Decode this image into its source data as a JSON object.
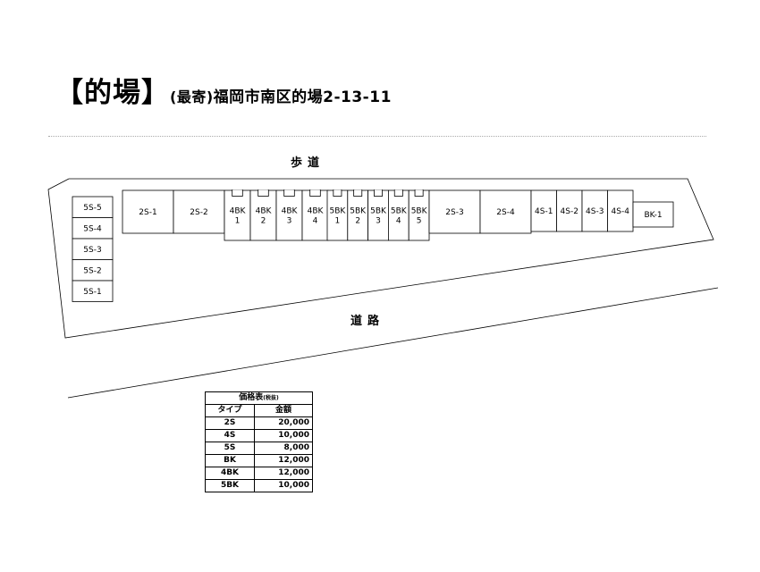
{
  "title": {
    "main": "【的場】",
    "sub": "(最寄)",
    "address": "福岡市南区的場2-13-11"
  },
  "streets": {
    "sidewalk": "歩道",
    "road": "道路"
  },
  "stalls": {
    "left_column": [
      "5S-5",
      "5S-4",
      "5S-3",
      "5S-2",
      "5S-1"
    ],
    "row_2s_left": [
      "2S-1",
      "2S-2"
    ],
    "row_4bk": [
      "4BK\n1",
      "4BK\n2",
      "4BK\n3",
      "4BK\n4"
    ],
    "row_5bk": [
      "5BK\n1",
      "5BK\n2",
      "5BK\n3",
      "5BK\n4",
      "5BK\n5"
    ],
    "row_2s_right": [
      "2S-3",
      "2S-4"
    ],
    "row_4s": [
      "4S-1",
      "4S-2",
      "4S-3",
      "4S-4"
    ],
    "bk": [
      "BK-1"
    ]
  },
  "price_table": {
    "caption": "価格表",
    "caption_note": "(税抜)",
    "header_type": "タイプ",
    "header_price": "金額",
    "rows": [
      {
        "type": "2S",
        "price": "20,000"
      },
      {
        "type": "4S",
        "price": "10,000"
      },
      {
        "type": "5S",
        "price": "8,000"
      },
      {
        "type": "BK",
        "price": "12,000"
      },
      {
        "type": "4BK",
        "price": "12,000"
      },
      {
        "type": "5BK",
        "price": "10,000"
      }
    ]
  }
}
